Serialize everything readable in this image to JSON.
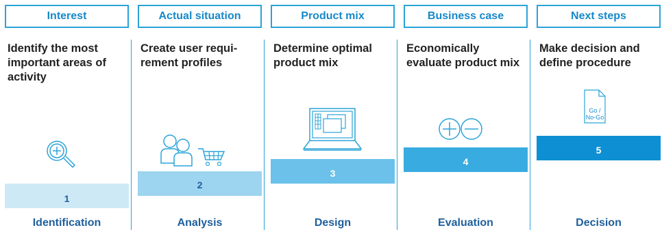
{
  "colors": {
    "line": "#29a3d8",
    "accent": "#1688c9",
    "step_text_dark": "#1e5f9c",
    "step_1": "#cde9f6",
    "step_2": "#9dd4ef",
    "step_3": "#6bc1e9",
    "step_4": "#38ace0",
    "step_5": "#0e8fd3"
  },
  "columns": [
    {
      "header": "Interest",
      "description": "Identify the most important areas of activity",
      "step": "1",
      "footer": "Identification",
      "icon": "magnifier-plus-icon"
    },
    {
      "header": "Actual situation",
      "description": "Create user requi-rement profiles",
      "step": "2",
      "footer": "Analysis",
      "icon": "users-cart-icon"
    },
    {
      "header": "Product mix",
      "description": "Determine optimal product mix",
      "step": "3",
      "footer": "Design",
      "icon": "laptop-icon"
    },
    {
      "header": "Business case",
      "description": "Economically evaluate product mix",
      "step": "4",
      "footer": "Evaluation",
      "icon": "plus-minus-icon"
    },
    {
      "header": "Next steps",
      "description": "Make decision and define procedure",
      "step": "5",
      "footer": "Decision",
      "icon": "document-icon",
      "icon_text_1": "Go /",
      "icon_text_2": "No-Go"
    }
  ]
}
